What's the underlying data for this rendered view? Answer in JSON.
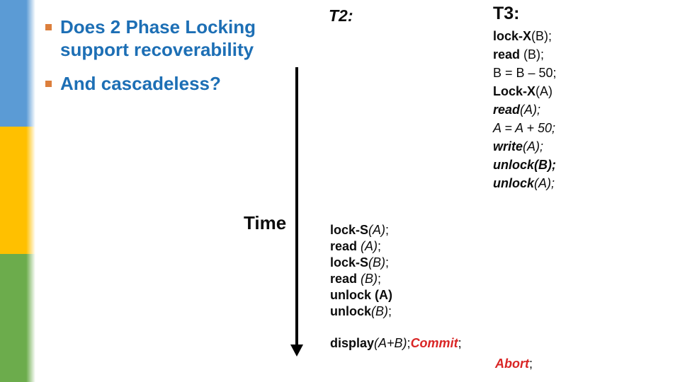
{
  "colors": {
    "title_blue": "#1d6fb5",
    "bullet_orange": "#dc7f3c",
    "bar_blue": "#5b9bd5",
    "bar_yellow": "#ffc000",
    "bar_green": "#6cac4c",
    "red": "#d92525"
  },
  "bullets": [
    {
      "lines": [
        "Does 2 Phase Locking",
        "support recoverability"
      ]
    },
    {
      "lines": [
        "And cascadeless?"
      ]
    }
  ],
  "timeline": {
    "label": "Time"
  },
  "columns": {
    "t2": {
      "header": "T2:",
      "ops": [
        [
          {
            "t": "lock-S",
            "s": "b"
          },
          {
            "t": "(A)",
            "s": "i"
          },
          {
            "t": ";",
            "s": "r"
          }
        ],
        [
          {
            "t": "read ",
            "s": "b"
          },
          {
            "t": "(A)",
            "s": "i"
          },
          {
            "t": ";",
            "s": "r"
          }
        ],
        [
          {
            "t": "lock-S",
            "s": "b"
          },
          {
            "t": "(B)",
            "s": "i"
          },
          {
            "t": ";",
            "s": "r"
          }
        ],
        [
          {
            "t": "read ",
            "s": "b"
          },
          {
            "t": "(B)",
            "s": "i"
          },
          {
            "t": ";",
            "s": "r"
          }
        ],
        [
          {
            "t": "unlock (A)",
            "s": "b"
          }
        ],
        [
          {
            "t": "unlock",
            "s": "b"
          },
          {
            "t": "(B)",
            "s": "i"
          },
          {
            "t": ";",
            "s": "r"
          }
        ]
      ],
      "display_ops": [
        [
          {
            "t": "display",
            "s": "b"
          },
          {
            "t": "(A+B)",
            "s": "i"
          },
          {
            "t": ";",
            "s": "r"
          },
          {
            "t": "Commit",
            "s": "bired"
          },
          {
            "t": ";",
            "s": "r"
          }
        ]
      ]
    },
    "t3": {
      "header": "T3:",
      "ops": [
        [
          {
            "t": "lock-X",
            "s": "b"
          },
          {
            "t": "(B);",
            "s": "r"
          }
        ],
        [
          {
            "t": "read ",
            "s": "b"
          },
          {
            "t": "(B);",
            "s": "r"
          }
        ],
        [
          {
            "t": "B = B – 50;",
            "s": "r"
          }
        ],
        [
          {
            "t": "Lock-X",
            "s": "b"
          },
          {
            "t": "(A)",
            "s": "r"
          }
        ],
        [
          {
            "t": "read",
            "s": "bi"
          },
          {
            "t": "(A);",
            "s": "i"
          }
        ],
        [
          {
            "t": "A = A + 50;",
            "s": "i"
          }
        ],
        [
          {
            "t": "write",
            "s": "bi"
          },
          {
            "t": "(A);",
            "s": "i"
          }
        ],
        [
          {
            "t": "unlock(B);",
            "s": "bi"
          }
        ],
        [
          {
            "t": "unlock",
            "s": "bi"
          },
          {
            "t": "(A);",
            "s": "i"
          }
        ]
      ],
      "abort_ops": [
        [
          {
            "t": "Abort",
            "s": "bired"
          },
          {
            "t": ";",
            "s": "r"
          }
        ]
      ]
    }
  }
}
